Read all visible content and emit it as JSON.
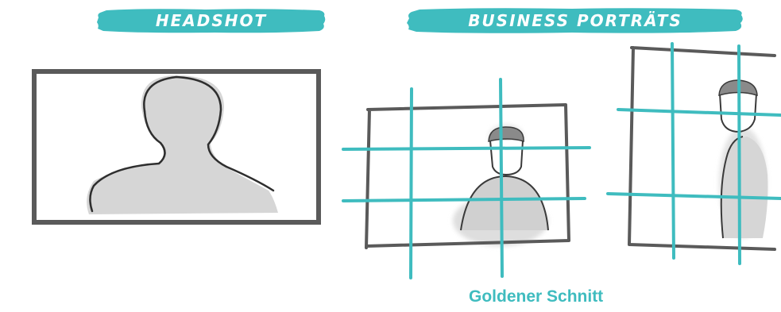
{
  "banners": {
    "headshot": "HEADSHOT",
    "business_portraits": "BUSINESS PORTRÄTS"
  },
  "caption": "Goldener Schnitt",
  "colors": {
    "teal": "#3fbcbf",
    "frame": "#5a5a5a",
    "silhouette": "#d6d6d6",
    "hair": "#8a8a8a"
  }
}
